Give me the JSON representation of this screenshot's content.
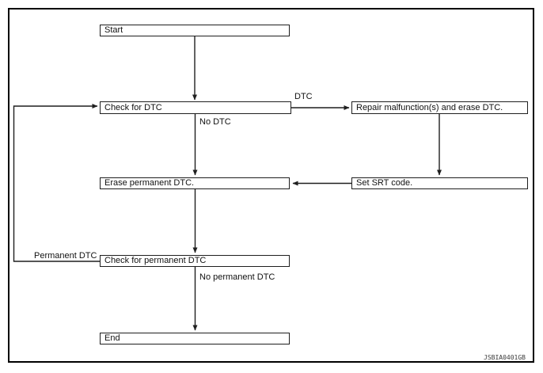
{
  "figure": {
    "watermark": "JSBIA0401GB",
    "nodes": [
      {
        "id": "start",
        "label": "Start"
      },
      {
        "id": "check-dtc",
        "label": "Check for DTC"
      },
      {
        "id": "repair",
        "label": "Repair malfunction(s) and erase DTC."
      },
      {
        "id": "erase-permanent",
        "label": "Erase permanent DTC."
      },
      {
        "id": "set-srt",
        "label": "Set SRT code."
      },
      {
        "id": "check-permanent",
        "label": "Check for permanent DTC"
      },
      {
        "id": "end",
        "label": "End"
      }
    ],
    "edges": [
      {
        "from": "start",
        "to": "check-dtc",
        "label": ""
      },
      {
        "from": "check-dtc",
        "to": "repair",
        "label": "DTC"
      },
      {
        "from": "check-dtc",
        "to": "erase-permanent",
        "label": "No DTC"
      },
      {
        "from": "repair",
        "to": "set-srt",
        "label": ""
      },
      {
        "from": "set-srt",
        "to": "erase-permanent",
        "label": ""
      },
      {
        "from": "erase-permanent",
        "to": "check-permanent",
        "label": ""
      },
      {
        "from": "check-permanent",
        "to": "check-dtc",
        "label": "Permanent DTC"
      },
      {
        "from": "check-permanent",
        "to": "end",
        "label": "No permanent DTC"
      }
    ],
    "colors": {
      "line": "#1f1f1f",
      "frame": "#000000",
      "background": "#ffffff"
    }
  }
}
